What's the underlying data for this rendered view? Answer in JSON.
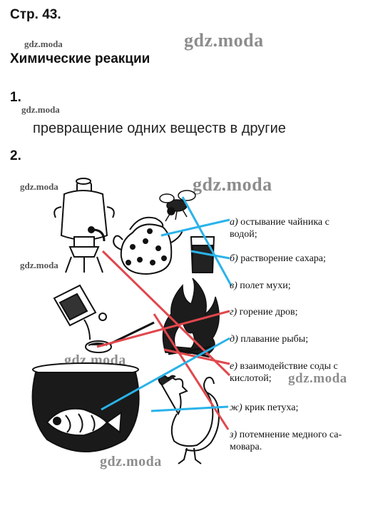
{
  "header": {
    "page_label": "Стр. 43.",
    "topic_title": "Химические реакции"
  },
  "task1": {
    "number": "1.",
    "answer": "превращение одних веществ в другие"
  },
  "task2": {
    "number": "2.",
    "items": [
      {
        "letter": "а)",
        "lines": [
          "остывание   чайника   с",
          "водой;"
        ]
      },
      {
        "letter": "б)",
        "lines": [
          "растворение сахара;"
        ]
      },
      {
        "letter": "в)",
        "lines": [
          "полет мухи;"
        ]
      },
      {
        "letter": "г)",
        "lines": [
          "горение дров;"
        ]
      },
      {
        "letter": "д)",
        "lines": [
          "плавание рыбы;"
        ]
      },
      {
        "letter": "е)",
        "lines": [
          "взаимодействие  соды  с",
          "кислотой;"
        ]
      },
      {
        "letter": "ж)",
        "lines": [
          "крик петуха;"
        ]
      },
      {
        "letter": "з)",
        "lines": [
          "потемнение медного са-",
          "мовара."
        ]
      }
    ]
  },
  "watermark": "gdz.moda",
  "colors": {
    "red_line": "#e0474c",
    "blue_line": "#2ab3ea",
    "text": "#111111"
  },
  "icons": [
    "samovar-icon",
    "teapot-icon",
    "fly-icon",
    "glass-icon",
    "soda-box-icon",
    "spoon-icon",
    "fire-icon",
    "fish-bowl-icon",
    "rooster-icon"
  ]
}
